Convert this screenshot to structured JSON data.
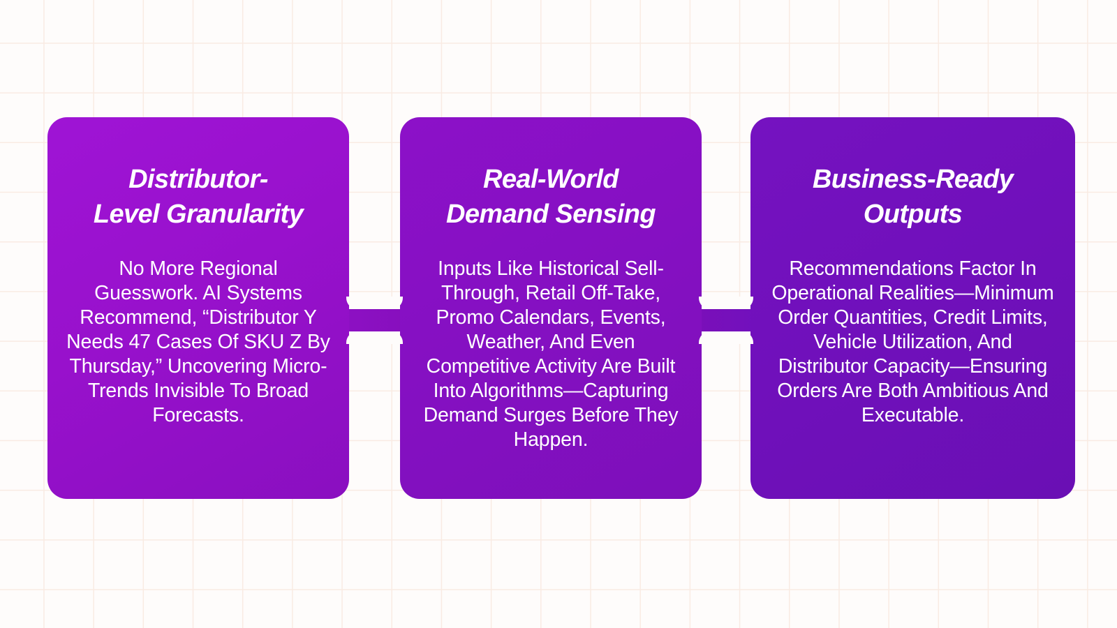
{
  "page": {
    "background_color": "#fefcfb",
    "grid_line_color": "#f9ebe3"
  },
  "cards": [
    {
      "id": "distributor-level-granularity",
      "title": "Distributor-\nLevel Granularity",
      "body": "No More Regional Guesswork. AI Systems Recommend, “Distributor Y Needs 47 Cases Of SKU Z By Thursday,” Uncovering Micro-Trends Invisible To Broad Forecasts.",
      "accent_color": "#9811cc"
    },
    {
      "id": "real-world-demand-sensing",
      "title": "Real-World\nDemand Sensing",
      "body": "Inputs Like Historical Sell-Through, Retail Off-Take, Promo Calendars, Events, Weather, And Even Competitive Activity Are Built Into Algorithms—Capturing Demand Surges Before They Happen.",
      "accent_color": "#8510c2"
    },
    {
      "id": "business-ready-outputs",
      "title": "Business-Ready\nOutputs",
      "body": "Recommendations Factor In Operational Realities—Minimum Order Quantities, Credit Limits, Vehicle Utilization, And Distributor Capacity—Ensuring Orders Are Both Ambitious And Executable.",
      "accent_color": "#7010bb"
    }
  ]
}
